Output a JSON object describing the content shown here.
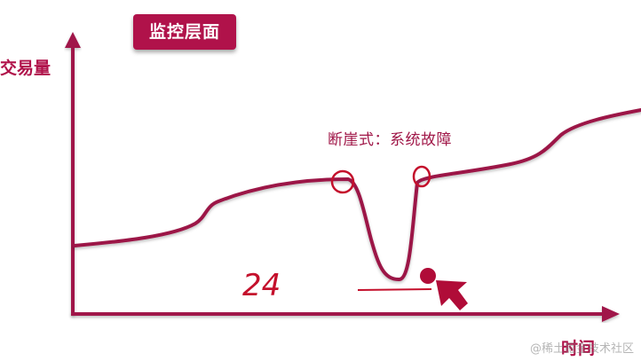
{
  "title": "监控层面",
  "y_axis_label": "交易量",
  "x_axis_label": "时间",
  "annotation": "断崖式：系统故障",
  "handwritten_note": "24",
  "watermark": "@稀土掘金技术社区",
  "colors": {
    "accent": "#b0124a",
    "curve": "#9c1746",
    "ink": "#c4102c",
    "axis": "#a0164a"
  },
  "icons": [
    "cursor-arrow-icon",
    "dot-icon"
  ]
}
